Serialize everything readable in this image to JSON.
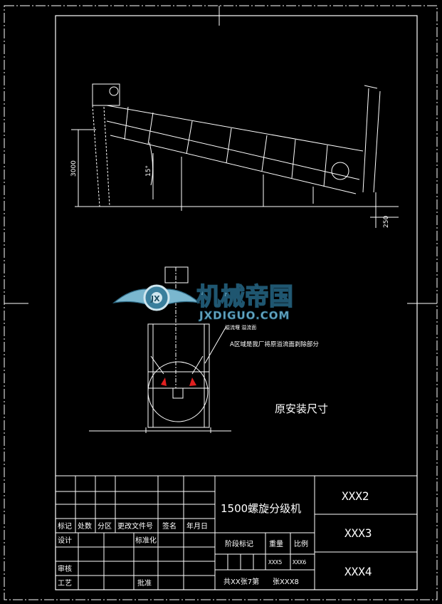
{
  "drawing": {
    "dims": {
      "height_label": "3000",
      "angle_label": "15°",
      "offset_label": "250"
    },
    "annotation_note": "A区域是我厂将原溢流面剥除部分",
    "annotation_note_small": "溢流堰 溢流面",
    "install_label": "原安装尺寸"
  },
  "watermark": {
    "brand_cn": "机械帝国",
    "brand_url": "JXDIGUO.COM"
  },
  "title_block": {
    "title": "1500螺旋分级机",
    "code_top": "XXX2",
    "code_mid": "XXX3",
    "code_bottom": "XXX4",
    "rev_headers": [
      "标记",
      "处数",
      "分区",
      "更改文件号",
      "签名",
      "年月日"
    ],
    "label_design": "设计",
    "label_standard": "标准化",
    "label_review": "审核",
    "label_process": "工艺",
    "label_approve": "批准",
    "label_stage": "阶段标记",
    "label_weight": "重量",
    "label_scale": "比例",
    "weight_value": "XXX5",
    "scale_value": "XXX6",
    "sheet_info": "共XX张7第",
    "sheet_info2": "张XXX8"
  }
}
